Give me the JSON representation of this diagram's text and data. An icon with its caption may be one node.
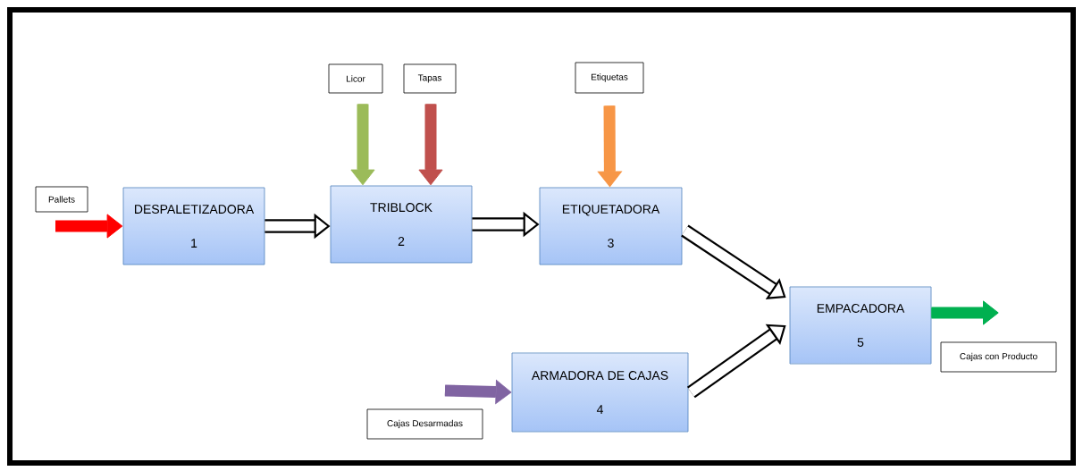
{
  "diagram": {
    "nodes": [
      {
        "text": [
          "DESPALETIZADORA",
          "1"
        ]
      },
      {
        "text": [
          "TRIBLOCK",
          "2"
        ]
      },
      {
        "text": [
          "ETIQUETADORA",
          "3"
        ]
      },
      {
        "text": [
          "ARMADORA DE CAJAS",
          "4"
        ]
      },
      {
        "text": [
          "EMPACADORA",
          "5"
        ]
      },
      {
        "text": [
          "Pallets"
        ]
      },
      {
        "text": [
          "Licor"
        ]
      },
      {
        "text": [
          "Tapas"
        ]
      },
      {
        "text": [
          "Etiquetas"
        ]
      },
      {
        "text": [
          "Cajas Desarmadas"
        ]
      },
      {
        "text": [
          "Cajas con Producto"
        ]
      }
    ],
    "edges": [
      {
        "from": null,
        "to": 0,
        "arrow": "to",
        "color": "#ff0000"
      },
      {
        "from": 6,
        "to": 1,
        "arrow": "to",
        "color": "#9bbb59"
      },
      {
        "from": 7,
        "to": 1,
        "arrow": "to",
        "color": "#c0504d"
      },
      {
        "from": 8,
        "to": 2,
        "arrow": "to",
        "color": "#f79646"
      },
      {
        "from": null,
        "to": 3,
        "arrow": "to",
        "color": "#8064a2"
      },
      {
        "from": 0,
        "to": 1,
        "arrow": "to"
      },
      {
        "from": 1,
        "to": 2,
        "arrow": "to"
      },
      {
        "from": 2,
        "to": 4,
        "arrow": "to"
      },
      {
        "from": 3,
        "to": 4,
        "arrow": "to"
      },
      {
        "from": 4,
        "to": null,
        "arrow": "to",
        "color": "#00b050"
      }
    ]
  }
}
